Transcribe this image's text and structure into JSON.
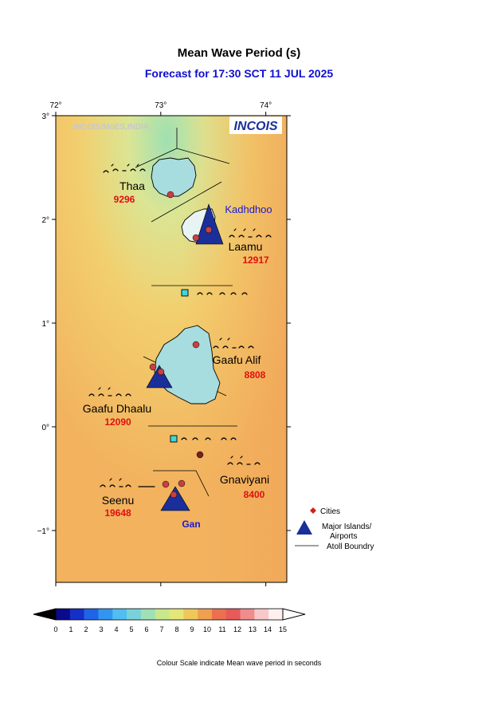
{
  "header": {
    "title": "Mean Wave Period (s)",
    "subtitle": "Forecast for  17:30 SCT 11 JUL 2025"
  },
  "watermark": "INCOIS/MoES,INDIA",
  "logo_text": "INCOIS",
  "map": {
    "lon_range": [
      72,
      74.2
    ],
    "lat_range": [
      -1.5,
      3
    ],
    "x_ticks": [
      {
        "value": 72,
        "label": "72°"
      },
      {
        "value": 73,
        "label": "73°"
      },
      {
        "value": 74,
        "label": "74°"
      }
    ],
    "y_ticks": [
      {
        "value": 3,
        "label": "3°"
      },
      {
        "value": 2,
        "label": "2°"
      },
      {
        "value": 1,
        "label": "1°"
      },
      {
        "value": 0,
        "label": "0°"
      },
      {
        "value": -1,
        "label": "−1°"
      }
    ],
    "atolls": [
      {
        "name": "Thaa",
        "value": "9296",
        "lon": 72.95,
        "lat": 2.4
      },
      {
        "name": "Laamu",
        "value": "12917",
        "lon": 73.5,
        "lat": 1.55
      },
      {
        "name": "Gaafu Alif",
        "value": "8808",
        "lon": 73.55,
        "lat": 0.65
      },
      {
        "name": "Gaafu Dhaalu",
        "value": "12090",
        "lon": 72.52,
        "lat": 0.15
      },
      {
        "name": "Gnaviyani",
        "value": "8400",
        "lon": 73.78,
        "lat": -0.48
      },
      {
        "name": "Seenu",
        "value": "19648",
        "lon": 72.56,
        "lat": -0.72
      }
    ],
    "airports": [
      {
        "name": "Kadhdhoo",
        "lon": 73.8,
        "lat": 2.1
      },
      {
        "name": "Gan",
        "lon": 73.3,
        "lat": -0.95
      }
    ]
  },
  "legend": {
    "cities": "Cities",
    "islands": "Major Islands/\nAirports",
    "islands_line1": "Major Islands/",
    "islands_line2": "Airports",
    "boundary": "Atoll Boundry"
  },
  "colorbar": {
    "ticks": [
      "0",
      "1",
      "2",
      "3",
      "4",
      "5",
      "6",
      "7",
      "8",
      "9",
      "10",
      "11",
      "12",
      "13",
      "14",
      "15"
    ],
    "colors": [
      "#0a0a8c",
      "#1430c8",
      "#1e64e6",
      "#3296f0",
      "#50bef0",
      "#78d2dc",
      "#a0e0b4",
      "#c8e88c",
      "#e6e678",
      "#f0c85a",
      "#f0a050",
      "#ec7050",
      "#e85a5a",
      "#f08c8c",
      "#f8c8c8",
      "#fff0f0"
    ],
    "caption": "Colour Scale indicate Mean wave period in seconds"
  }
}
